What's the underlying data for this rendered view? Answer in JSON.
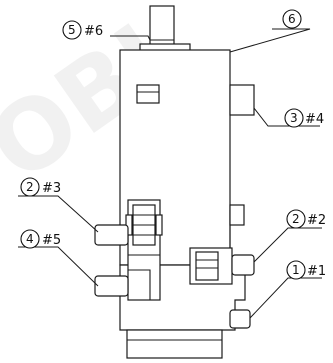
{
  "labels": [
    {
      "id": "label-5",
      "number": "5",
      "text": "#6"
    },
    {
      "id": "label-6",
      "number": "6",
      "text": ""
    },
    {
      "id": "label-3",
      "number": "3",
      "text": "#4"
    },
    {
      "id": "label-2-left",
      "number": "2",
      "text": "#3"
    },
    {
      "id": "label-4",
      "number": "4",
      "text": "#5"
    },
    {
      "id": "label-2-right",
      "number": "2",
      "text": "#2"
    },
    {
      "id": "label-1",
      "number": "1",
      "text": "#1"
    }
  ],
  "watermark": "OBI"
}
